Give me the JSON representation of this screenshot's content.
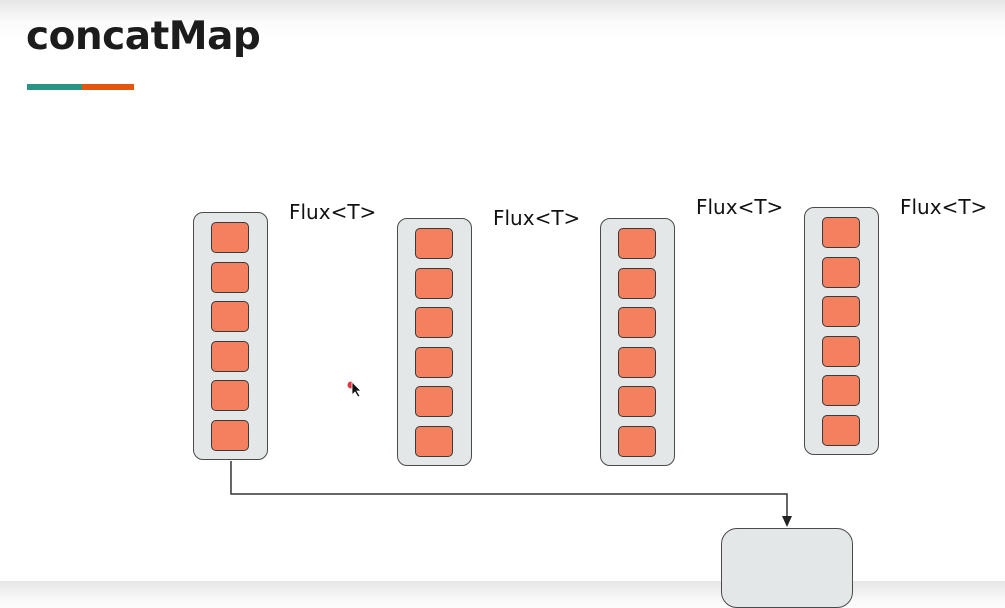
{
  "slide": {
    "title": "concatMap",
    "accent_colors": {
      "teal": "#2a9384",
      "orange": "#e4560f"
    }
  },
  "diagram": {
    "item_color": "#f5805f",
    "container_color": "#e3e7e8",
    "fluxes": [
      {
        "label": "Flux<T>",
        "item_count": 6
      },
      {
        "label": "Flux<T>",
        "item_count": 6
      },
      {
        "label": "Flux<T>",
        "item_count": 6
      },
      {
        "label": "Flux<T>",
        "item_count": 6
      }
    ],
    "connector": {
      "from": "flux-1",
      "to": "result-box",
      "arrow": "down-arrow-icon"
    }
  },
  "cursor": {
    "icon": "mouse-pointer-icon",
    "highlight": "#e0343f"
  }
}
